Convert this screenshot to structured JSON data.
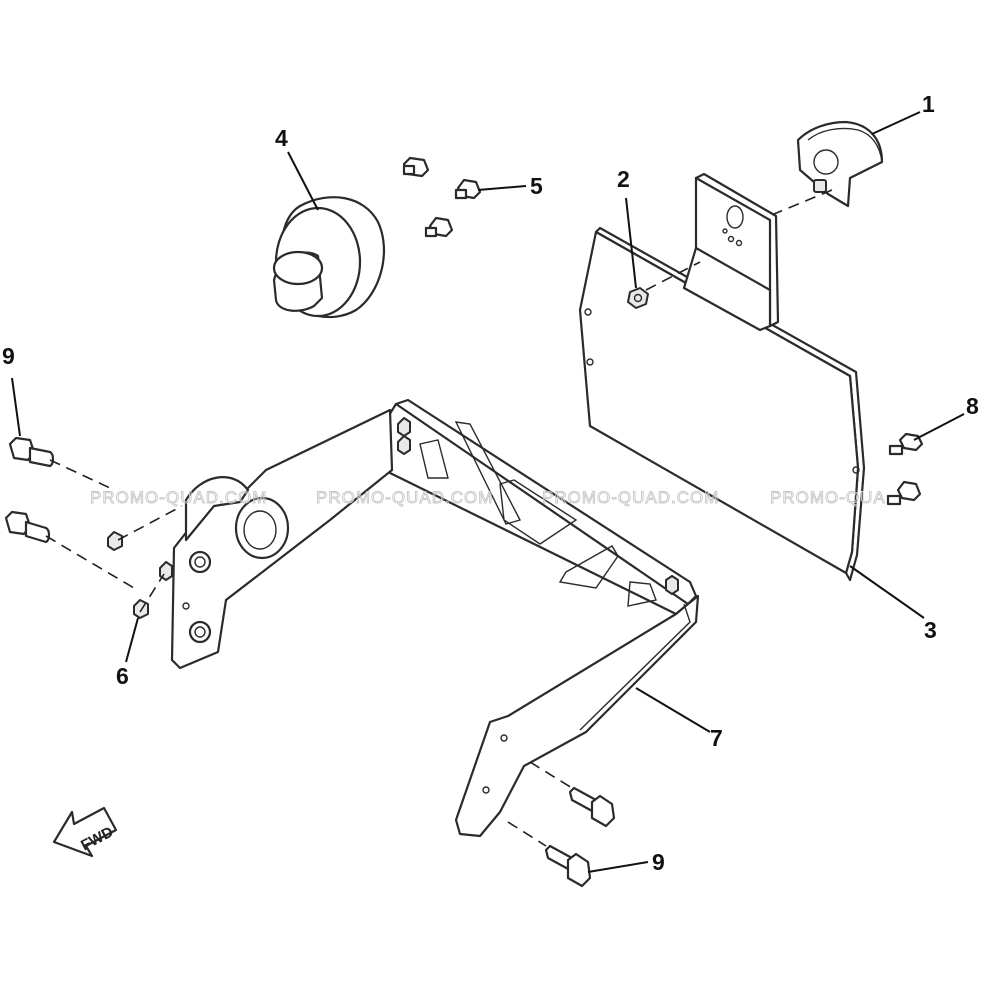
{
  "callouts": [
    {
      "id": "1",
      "label": "1"
    },
    {
      "id": "2",
      "label": "2"
    },
    {
      "id": "3",
      "label": "3"
    },
    {
      "id": "4",
      "label": "4"
    },
    {
      "id": "5",
      "label": "5"
    },
    {
      "id": "6",
      "label": "6"
    },
    {
      "id": "7",
      "label": "7"
    },
    {
      "id": "8",
      "label": "8"
    },
    {
      "id": "9a",
      "label": "9"
    },
    {
      "id": "9b",
      "label": "9"
    }
  ],
  "watermark": {
    "text": "PROMO-QUAD.COM",
    "text_cut": "PROMO-QUA"
  },
  "direction": {
    "label": "FWD"
  },
  "icons": [
    "fwd-arrow-icon"
  ]
}
